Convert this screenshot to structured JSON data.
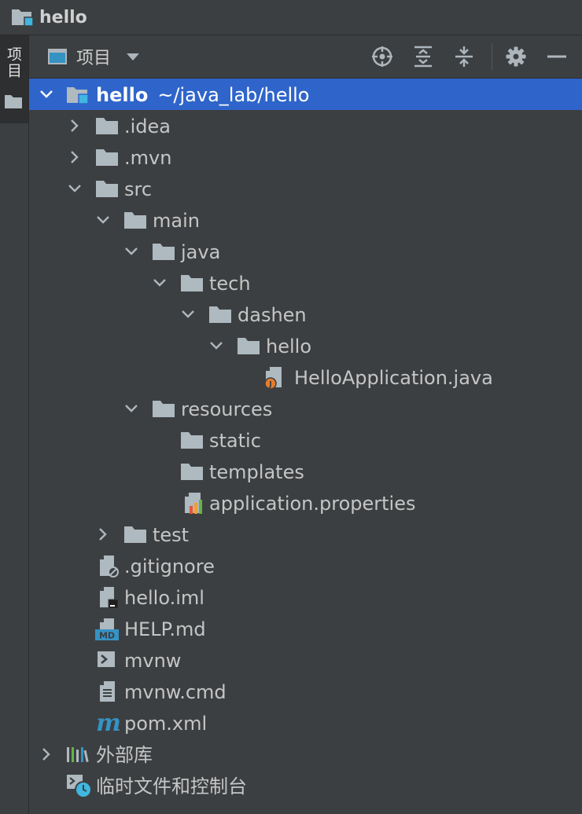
{
  "window": {
    "title": "hello"
  },
  "tool_strip": {
    "project_tab": "项目"
  },
  "panel": {
    "view_label": "项目"
  },
  "tree": {
    "root": {
      "name": "hello",
      "path": "~/java_lab/hello"
    },
    "idea": ".idea",
    "mvn": ".mvn",
    "src": "src",
    "main": "main",
    "java": "java",
    "tech": "tech",
    "dashen": "dashen",
    "hello_pkg": "hello",
    "hello_app": "HelloApplication.java",
    "resources": "resources",
    "static": "static",
    "templates": "templates",
    "app_props": "application.properties",
    "test": "test",
    "gitignore": ".gitignore",
    "hello_iml": "hello.iml",
    "help_md": "HELP.md",
    "mvnw": "mvnw",
    "mvnw_cmd": "mvnw.cmd",
    "pom": "pom.xml",
    "external_libs": "外部库",
    "scratches": "临时文件和控制台"
  },
  "icons": {
    "md_badge": "MD",
    "maven_m": "m",
    "java_badge": "J"
  },
  "colors": {
    "selection": "#2f65ca",
    "folder": "#aeb9c0",
    "accent_blue": "#40b6e0",
    "java_orange": "#e57c2a",
    "background": "#3c3f41"
  }
}
